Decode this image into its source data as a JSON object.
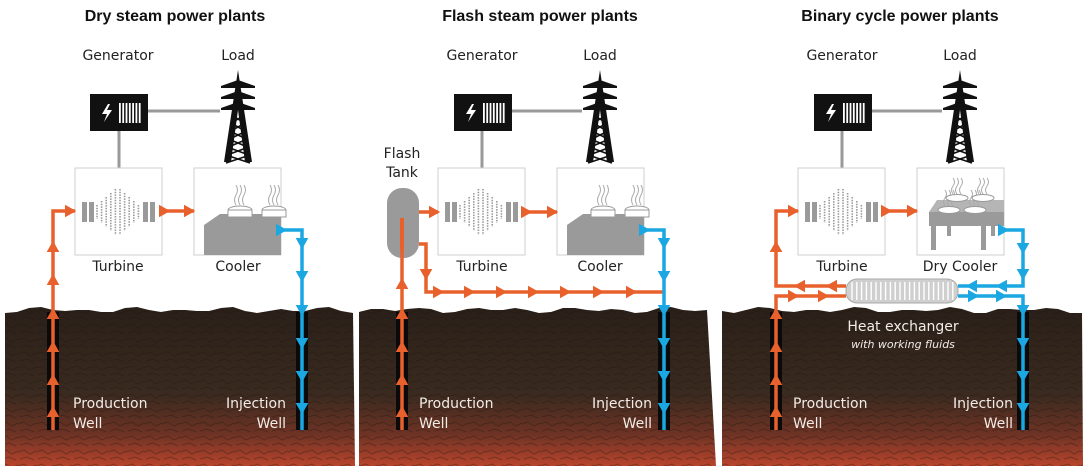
{
  "colors": {
    "hot": "#e8602c",
    "cold": "#1aa7e2",
    "equipment": "#9a9a9a",
    "ground_top": "#2b2119",
    "ground_bottom": "#b3402a",
    "generator": "#111111"
  },
  "panels": [
    {
      "id": "dry",
      "title": "Dry steam power plants",
      "generator_label": "Generator",
      "load_label": "Load",
      "turbine_label": "Turbine",
      "cooler_label": "Cooler",
      "production_well_label": [
        "Production",
        "Well"
      ],
      "injection_well_label": [
        "Injection",
        "Well"
      ]
    },
    {
      "id": "flash",
      "title": "Flash steam power plants",
      "generator_label": "Generator",
      "load_label": "Load",
      "flash_tank_label": [
        "Flash",
        "Tank"
      ],
      "turbine_label": "Turbine",
      "cooler_label": "Cooler",
      "production_well_label": [
        "Production",
        "Well"
      ],
      "injection_well_label": [
        "Injection",
        "Well"
      ]
    },
    {
      "id": "binary",
      "title": "Binary cycle power plants",
      "generator_label": "Generator",
      "load_label": "Load",
      "turbine_label": "Turbine",
      "cooler_label": "Dry Cooler",
      "heat_exchanger_label": "Heat exchanger",
      "heat_exchanger_sublabel": "with working fluids",
      "production_well_label": [
        "Production",
        "Well"
      ],
      "injection_well_label": [
        "Injection",
        "Well"
      ]
    }
  ],
  "icons": [
    "lightning-bolt-icon",
    "transmission-tower-icon",
    "turbine-icon",
    "cooling-tower-icon",
    "steam-icon",
    "flow-arrow-icon"
  ]
}
